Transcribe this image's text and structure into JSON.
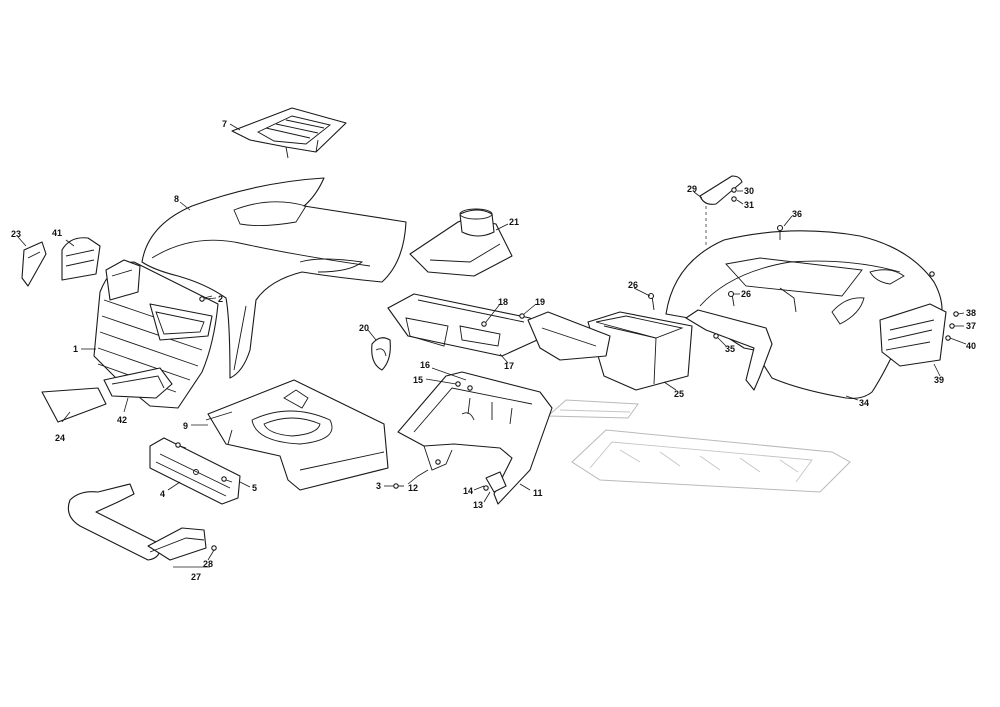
{
  "labels": {
    "l1": "1",
    "l2": "2",
    "l3": "3",
    "l4": "4",
    "l5": "5",
    "l7": "7",
    "l8": "8",
    "l9": "9",
    "l11": "11",
    "l12": "12",
    "l13": "13",
    "l14": "14",
    "l15": "15",
    "l16": "16",
    "l17": "17",
    "l18": "18",
    "l19": "19",
    "l20": "20",
    "l21": "21",
    "l23": "23",
    "l24": "24",
    "l25": "25",
    "l26a": "26",
    "l26b": "26",
    "l27": "27",
    "l28": "28",
    "l29": "29",
    "l30": "30",
    "l31": "31",
    "l34": "34",
    "l35": "35",
    "l36": "36",
    "l37": "37",
    "l38": "38",
    "l39": "39",
    "l40": "40",
    "l41": "41",
    "l42": "42"
  }
}
